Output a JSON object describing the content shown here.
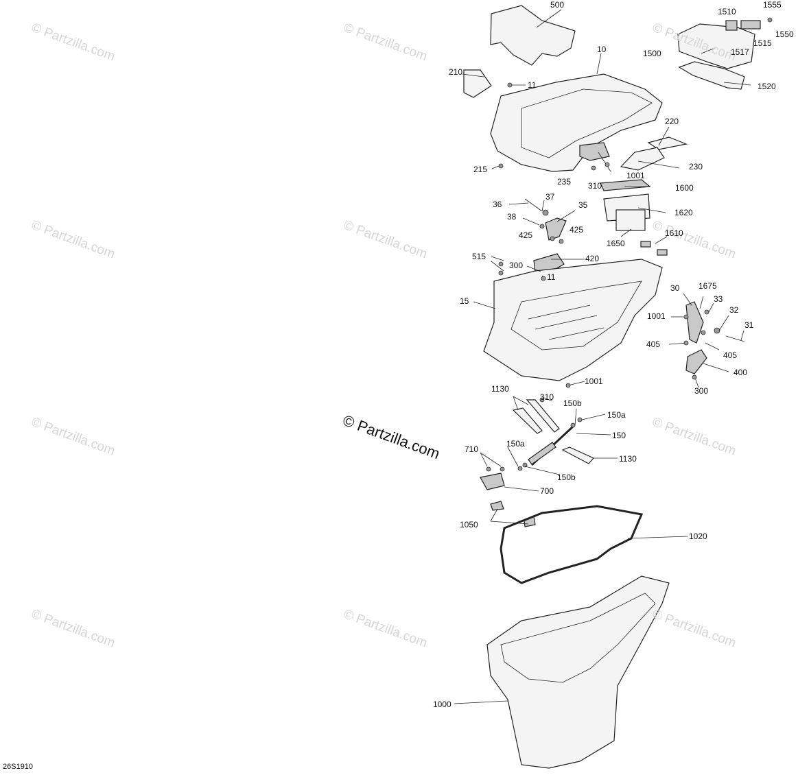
{
  "watermark": {
    "small_text": "© Partzilla.com",
    "main_text": "© Partzilla.com"
  },
  "diagram_code": "26S1910",
  "callouts": {
    "c500": "500",
    "c1555": "1555",
    "c1510": "1510",
    "c1550": "1550",
    "c1515": "1515",
    "c1500": "1500",
    "c1517": "1517",
    "c10": "10",
    "c210": "210",
    "c11a": "11",
    "c1520": "1520",
    "c220": "220",
    "c230": "230",
    "c215": "215",
    "c1001a": "1001",
    "c235": "235",
    "c310a": "310",
    "c1600": "1600",
    "c37": "37",
    "c36": "36",
    "c35": "35",
    "c1620": "1620",
    "c38": "38",
    "c425a": "425",
    "c425b": "425",
    "c1650": "1650",
    "c1610": "1610",
    "c515": "515",
    "c420": "420",
    "c300a": "300",
    "c11b": "11",
    "c30": "30",
    "c1675": "1675",
    "c33": "33",
    "c15": "15",
    "c32": "32",
    "c1001b": "1001",
    "c31": "31",
    "c405a": "405",
    "c405b": "405",
    "c400": "400",
    "c300b": "300",
    "c1001c": "1001",
    "c1130a": "1130",
    "c310b": "310",
    "c150b1": "150b",
    "c150a1": "150a",
    "c150": "150",
    "c150a2": "150a",
    "c710": "710",
    "c1130b": "1130",
    "c150b2": "150b",
    "c700": "700",
    "c1050": "1050",
    "c1020": "1020",
    "c1000": "1000"
  },
  "colors": {
    "line": "#222222",
    "watermark": "#d6d6d6",
    "background": "#ffffff"
  }
}
